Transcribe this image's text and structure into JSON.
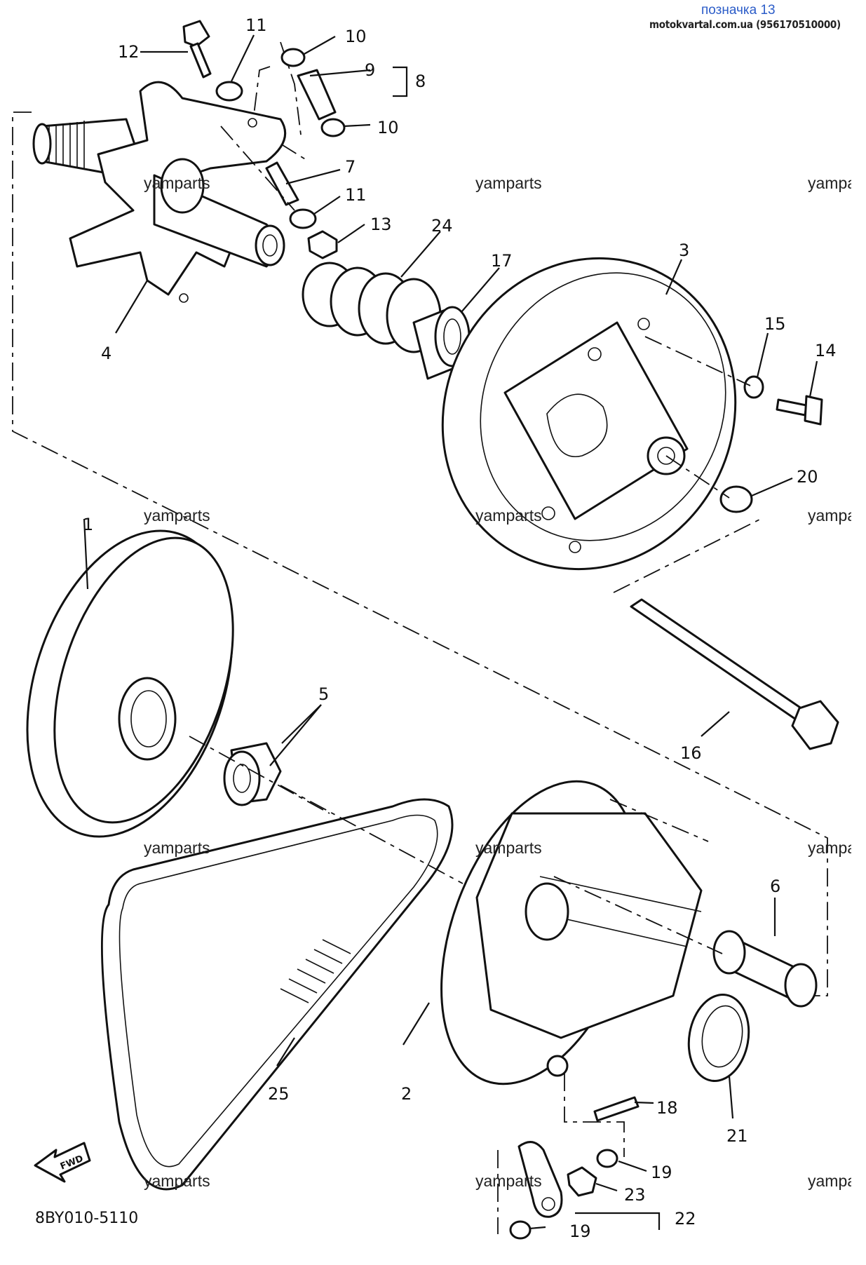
{
  "header": {
    "title": "позначка 13",
    "subtitle": "motokvartal.com.ua (956170510000)"
  },
  "watermark": "yamparts",
  "diagram_code": "8BY010-5110",
  "fwd_label": "FWD",
  "part_labels": {
    "p1": "1",
    "p2": "2",
    "p3": "3",
    "p4": "4",
    "p5": "5",
    "p6": "6",
    "p7": "7",
    "p8": "8",
    "p9": "9",
    "p10a": "10",
    "p10b": "10",
    "p11a": "11",
    "p11b": "11",
    "p12": "12",
    "p13": "13",
    "p14": "14",
    "p15": "15",
    "p16": "16",
    "p17": "17",
    "p18": "18",
    "p19a": "19",
    "p19b": "19",
    "p20": "20",
    "p21": "21",
    "p22": "22",
    "p23": "23",
    "p24": "24",
    "p25": "25"
  }
}
